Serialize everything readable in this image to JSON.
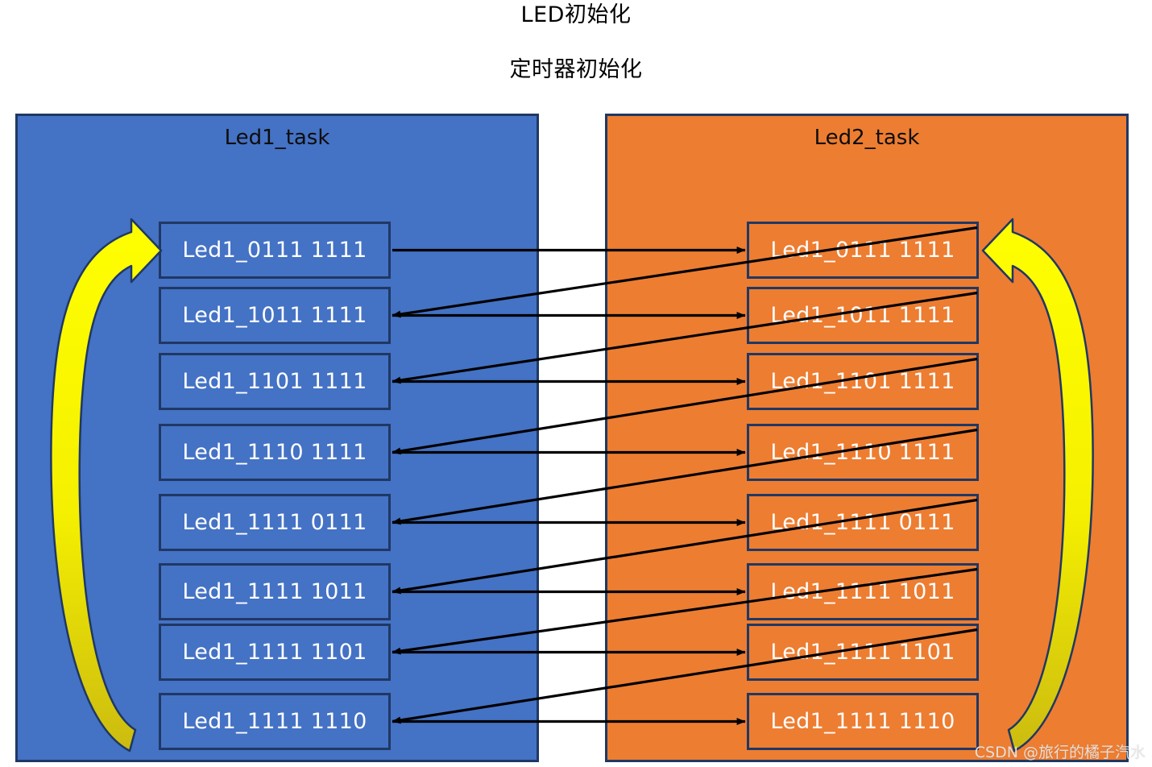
{
  "headings": {
    "line1": "LED初始化",
    "line2": "定时器初始化"
  },
  "panels": {
    "left": {
      "title": "Led1_task",
      "color": "#4472C4",
      "border_color": "#1F3864",
      "boxes": [
        {
          "label": "Led1_0111 1111"
        },
        {
          "label": "Led1_1011 1111"
        },
        {
          "label": "Led1_1101 1111"
        },
        {
          "label": "Led1_1110 1111"
        },
        {
          "label": "Led1_1111 0111"
        },
        {
          "label": "Led1_1111 1011"
        },
        {
          "label": "Led1_1111 1101"
        },
        {
          "label": "Led1_1111 1110"
        }
      ]
    },
    "right": {
      "title": "Led2_task",
      "color": "#ED7D31",
      "border_color": "#1F3864",
      "boxes": [
        {
          "label": "Led1_0111 1111"
        },
        {
          "label": "Led1_1011 1111"
        },
        {
          "label": "Led1_1101 1111"
        },
        {
          "label": "Led1_1110 1111"
        },
        {
          "label": "Led1_1111 0111"
        },
        {
          "label": "Led1_1111 1011"
        },
        {
          "label": "Led1_1111 1101"
        },
        {
          "label": "Led1_1111 1110"
        }
      ]
    }
  },
  "loop_arrows": {
    "left": {
      "color": "#FFFF00",
      "direction": "bottom-to-top",
      "points_to": "Led1_0111 1111"
    },
    "right": {
      "color": "#FFFF00",
      "direction": "bottom-to-top",
      "points_to": "Led1_0111 1111"
    }
  },
  "flow_arrows": {
    "color": "#000000",
    "forward_note": "left box N to right box N",
    "return_note": "right box N to left box N+1"
  },
  "watermark": {
    "text": "CSDN @旅行的橘子汽水"
  }
}
